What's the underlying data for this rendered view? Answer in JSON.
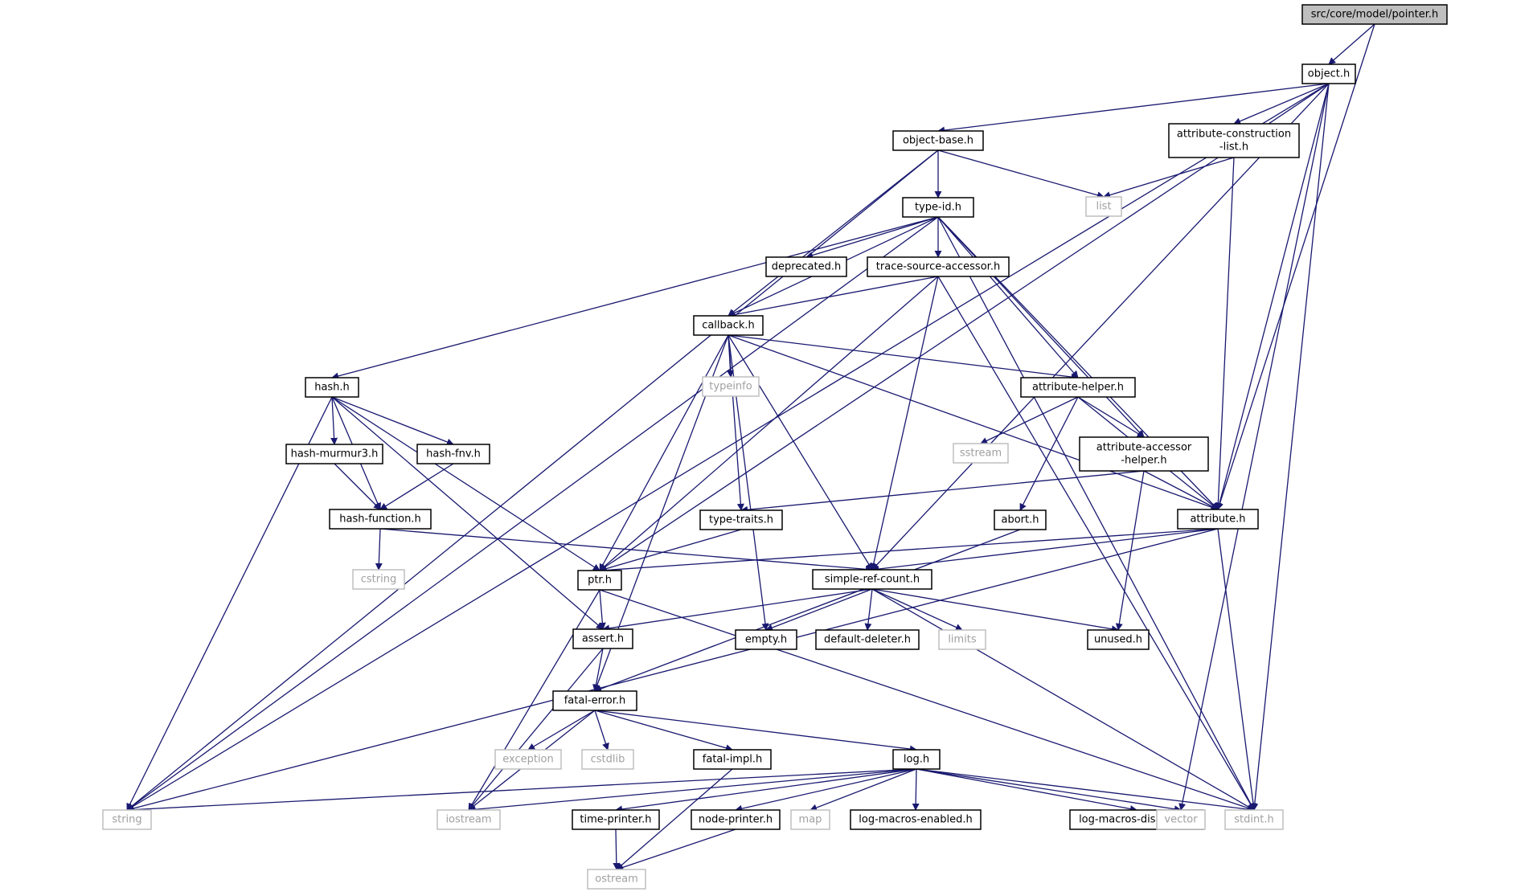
{
  "colors": {
    "edge": "#191970",
    "node_border": "#000000",
    "system_border": "#bfbfbf",
    "system_text": "#a0a0a0",
    "root_fill": "#bfbfbf",
    "fill": "#ffffff"
  },
  "nodes": [
    {
      "id": "pointer",
      "label": "src/core/model/pointer.h",
      "kind": "root"
    },
    {
      "id": "object",
      "label": "object.h",
      "kind": "local"
    },
    {
      "id": "object-base",
      "label": "object-base.h",
      "kind": "local"
    },
    {
      "id": "attr-construction",
      "label": "attribute-construction",
      "label2": "-list.h",
      "kind": "local"
    },
    {
      "id": "list",
      "label": "list",
      "kind": "system"
    },
    {
      "id": "type-id",
      "label": "type-id.h",
      "kind": "local"
    },
    {
      "id": "deprecated",
      "label": "deprecated.h",
      "kind": "local"
    },
    {
      "id": "trace-source-accessor",
      "label": "trace-source-accessor.h",
      "kind": "local"
    },
    {
      "id": "callback",
      "label": "callback.h",
      "kind": "local"
    },
    {
      "id": "typeinfo",
      "label": "typeinfo",
      "kind": "system"
    },
    {
      "id": "attribute-helper",
      "label": "attribute-helper.h",
      "kind": "local"
    },
    {
      "id": "hash",
      "label": "hash.h",
      "kind": "local"
    },
    {
      "id": "hash-murmur3",
      "label": "hash-murmur3.h",
      "kind": "local"
    },
    {
      "id": "hash-fnv",
      "label": "hash-fnv.h",
      "kind": "local"
    },
    {
      "id": "sstream",
      "label": "sstream",
      "kind": "system"
    },
    {
      "id": "attribute-accessor-helper",
      "label": "attribute-accessor",
      "label2": "-helper.h",
      "kind": "local"
    },
    {
      "id": "hash-function",
      "label": "hash-function.h",
      "kind": "local"
    },
    {
      "id": "type-traits",
      "label": "type-traits.h",
      "kind": "local"
    },
    {
      "id": "abort",
      "label": "abort.h",
      "kind": "local"
    },
    {
      "id": "attribute",
      "label": "attribute.h",
      "kind": "local"
    },
    {
      "id": "cstring",
      "label": "cstring",
      "kind": "system"
    },
    {
      "id": "ptr",
      "label": "ptr.h",
      "kind": "local"
    },
    {
      "id": "simple-ref-count",
      "label": "simple-ref-count.h",
      "kind": "local"
    },
    {
      "id": "assert",
      "label": "assert.h",
      "kind": "local"
    },
    {
      "id": "empty",
      "label": "empty.h",
      "kind": "local"
    },
    {
      "id": "default-deleter",
      "label": "default-deleter.h",
      "kind": "local"
    },
    {
      "id": "limits",
      "label": "limits",
      "kind": "system"
    },
    {
      "id": "unused",
      "label": "unused.h",
      "kind": "local"
    },
    {
      "id": "fatal-error",
      "label": "fatal-error.h",
      "kind": "local"
    },
    {
      "id": "exception",
      "label": "exception",
      "kind": "system"
    },
    {
      "id": "cstdlib",
      "label": "cstdlib",
      "kind": "system"
    },
    {
      "id": "fatal-impl",
      "label": "fatal-impl.h",
      "kind": "local"
    },
    {
      "id": "log",
      "label": "log.h",
      "kind": "local"
    },
    {
      "id": "string",
      "label": "string",
      "kind": "system"
    },
    {
      "id": "iostream",
      "label": "iostream",
      "kind": "system"
    },
    {
      "id": "time-printer",
      "label": "time-printer.h",
      "kind": "local"
    },
    {
      "id": "node-printer",
      "label": "node-printer.h",
      "kind": "local"
    },
    {
      "id": "map",
      "label": "map",
      "kind": "system"
    },
    {
      "id": "log-macros-enabled",
      "label": "log-macros-enabled.h",
      "kind": "local"
    },
    {
      "id": "log-macros-disabled",
      "label": "log-macros-disabled.h",
      "kind": "local"
    },
    {
      "id": "vector",
      "label": "vector",
      "kind": "system"
    },
    {
      "id": "stdint",
      "label": "stdint.h",
      "kind": "system"
    },
    {
      "id": "ostream",
      "label": "ostream",
      "kind": "system"
    }
  ],
  "edges": [
    [
      "pointer",
      "object"
    ],
    [
      "pointer",
      "attribute"
    ],
    [
      "object",
      "object-base"
    ],
    [
      "object",
      "attr-construction"
    ],
    [
      "object",
      "attribute"
    ],
    [
      "object",
      "string"
    ],
    [
      "object",
      "ptr"
    ],
    [
      "object",
      "simple-ref-count"
    ],
    [
      "object",
      "vector"
    ],
    [
      "object",
      "stdint"
    ],
    [
      "object-base",
      "type-id"
    ],
    [
      "object-base",
      "callback"
    ],
    [
      "object-base",
      "list"
    ],
    [
      "object-base",
      "string"
    ],
    [
      "attr-construction",
      "list"
    ],
    [
      "attr-construction",
      "attribute"
    ],
    [
      "type-id",
      "deprecated"
    ],
    [
      "type-id",
      "trace-source-accessor"
    ],
    [
      "type-id",
      "callback"
    ],
    [
      "type-id",
      "hash"
    ],
    [
      "type-id",
      "attribute-helper"
    ],
    [
      "type-id",
      "attribute-accessor-helper"
    ],
    [
      "type-id",
      "attribute"
    ],
    [
      "type-id",
      "string"
    ],
    [
      "type-id",
      "stdint"
    ],
    [
      "trace-source-accessor",
      "callback"
    ],
    [
      "trace-source-accessor",
      "ptr"
    ],
    [
      "trace-source-accessor",
      "simple-ref-count"
    ],
    [
      "trace-source-accessor",
      "stdint"
    ],
    [
      "callback",
      "typeinfo"
    ],
    [
      "callback",
      "attribute-helper"
    ],
    [
      "callback",
      "type-traits"
    ],
    [
      "callback",
      "ptr"
    ],
    [
      "callback",
      "simple-ref-count"
    ],
    [
      "callback",
      "empty"
    ],
    [
      "callback",
      "fatal-error"
    ],
    [
      "callback",
      "attribute"
    ],
    [
      "attribute-helper",
      "sstream"
    ],
    [
      "attribute-helper",
      "attribute-accessor-helper"
    ],
    [
      "attribute-helper",
      "abort"
    ],
    [
      "attribute-helper",
      "attribute"
    ],
    [
      "hash",
      "hash-murmur3"
    ],
    [
      "hash",
      "hash-fnv"
    ],
    [
      "hash",
      "hash-function"
    ],
    [
      "hash",
      "ptr"
    ],
    [
      "hash",
      "assert"
    ],
    [
      "hash",
      "string"
    ],
    [
      "hash-murmur3",
      "hash-function"
    ],
    [
      "hash-fnv",
      "hash-function"
    ],
    [
      "attribute-accessor-helper",
      "attribute"
    ],
    [
      "attribute-accessor-helper",
      "type-traits"
    ],
    [
      "attribute-accessor-helper",
      "unused"
    ],
    [
      "hash-function",
      "cstring"
    ],
    [
      "hash-function",
      "simple-ref-count"
    ],
    [
      "type-traits",
      "ptr"
    ],
    [
      "abort",
      "fatal-error"
    ],
    [
      "attribute",
      "ptr"
    ],
    [
      "attribute",
      "simple-ref-count"
    ],
    [
      "attribute",
      "string"
    ],
    [
      "attribute",
      "stdint"
    ],
    [
      "ptr",
      "assert"
    ],
    [
      "ptr",
      "iostream"
    ],
    [
      "ptr",
      "stdint"
    ],
    [
      "simple-ref-count",
      "assert"
    ],
    [
      "simple-ref-count",
      "empty"
    ],
    [
      "simple-ref-count",
      "default-deleter"
    ],
    [
      "simple-ref-count",
      "limits"
    ],
    [
      "simple-ref-count",
      "unused"
    ],
    [
      "simple-ref-count",
      "stdint"
    ],
    [
      "assert",
      "fatal-error"
    ],
    [
      "assert",
      "iostream"
    ],
    [
      "fatal-error",
      "exception"
    ],
    [
      "fatal-error",
      "cstdlib"
    ],
    [
      "fatal-error",
      "fatal-impl"
    ],
    [
      "fatal-error",
      "log"
    ],
    [
      "fatal-error",
      "iostream"
    ],
    [
      "fatal-impl",
      "ostream"
    ],
    [
      "log",
      "string"
    ],
    [
      "log",
      "iostream"
    ],
    [
      "log",
      "time-printer"
    ],
    [
      "log",
      "node-printer"
    ],
    [
      "log",
      "map"
    ],
    [
      "log",
      "log-macros-enabled"
    ],
    [
      "log",
      "log-macros-disabled"
    ],
    [
      "log",
      "vector"
    ],
    [
      "log",
      "stdint"
    ],
    [
      "time-printer",
      "ostream"
    ],
    [
      "node-printer",
      "ostream"
    ]
  ]
}
